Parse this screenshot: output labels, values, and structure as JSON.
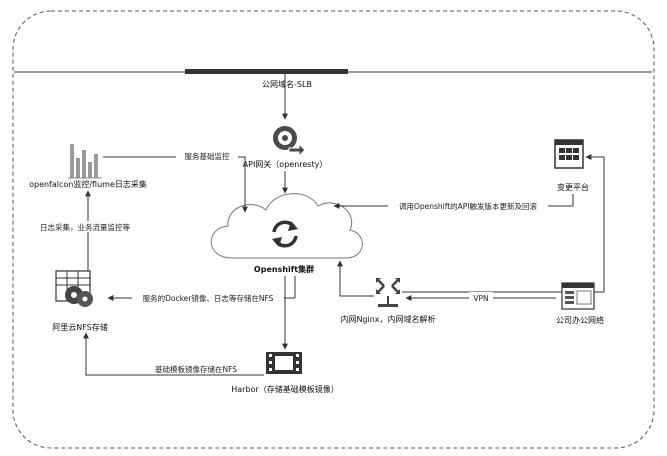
{
  "nodes": {
    "slb": "公网域名-SLB",
    "api_gateway": "API网关（openresty）",
    "openshift": "Openshift集群",
    "monitor": "openfalcon监控/flume日志采集",
    "change_platform": "变更平台",
    "nfs": "阿里云NFS存储",
    "nginx": "内网Nginx，内网域名解析",
    "office": "公司办公网络",
    "harbor": "Harbor（存储基础模板镜像）"
  },
  "edges": {
    "monitor_service": "服务基础监控",
    "change_call": "调用Openshift的API触发版本更新及回滚",
    "log_collect": "日志采集，业务流量监控等",
    "docker_nfs": "服务的Docker镜像、日志等存储在NFS",
    "vpn": "VPN",
    "template_nfs": "基础模板镜像存储在NFS"
  },
  "icons": {
    "api_gateway": "gear-arrow-icon",
    "openshift": "cloud-refresh-icon",
    "monitor": "bar-chart-icon",
    "change_platform": "grid-window-icon",
    "nfs": "storage-disk-icon",
    "nginx": "network-router-icon",
    "office": "browser-window-icon",
    "harbor": "film-strip-icon"
  }
}
